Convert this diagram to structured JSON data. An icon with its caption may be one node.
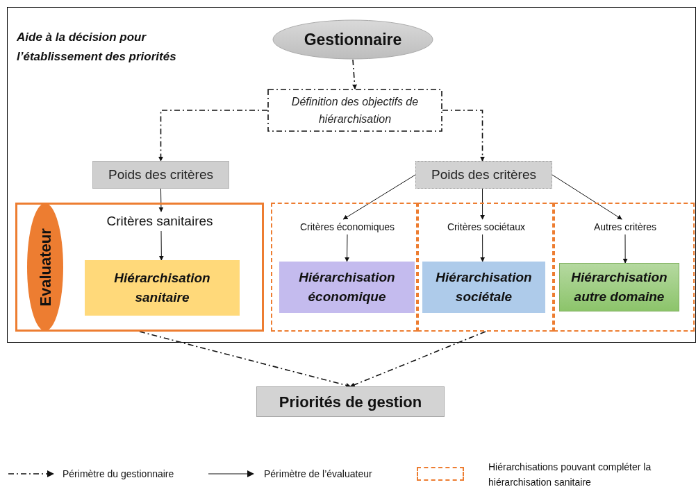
{
  "diagram": {
    "title": "Aide à la décision pour l’établissement des priorités",
    "nodes": [
      {
        "text": [
          "Gestionnaire"
        ]
      },
      {
        "text": [
          "Définition des objectifs de hiérarchisation"
        ]
      },
      {
        "text": [
          "Poids des critères"
        ]
      },
      {
        "text": [
          "Poids des critères"
        ]
      },
      {
        "text": [],
        "shape": "box"
      },
      {
        "text": [
          "Evaluateur"
        ],
        "in": 4
      },
      {
        "text": [
          "Critères sanitaires"
        ],
        "in": 4
      },
      {
        "text": [
          "Hiérarchisation sanitaire"
        ],
        "in": 4
      },
      {
        "text": [],
        "shape": "box"
      },
      {
        "text": [
          "Critères économiques"
        ],
        "in": 8
      },
      {
        "text": [
          "Hiérarchisation économique"
        ],
        "in": 8
      },
      {
        "text": [],
        "shape": "box"
      },
      {
        "text": [
          "Critères sociétaux"
        ],
        "in": 11
      },
      {
        "text": [
          "Hiérarchisation sociétale"
        ],
        "in": 11
      },
      {
        "text": [],
        "shape": "box"
      },
      {
        "text": [
          "Autres critères"
        ],
        "in": 14
      },
      {
        "text": [
          "Hiérarchisation autre domaine"
        ],
        "in": 14
      },
      {
        "text": [
          "Priorités de gestion"
        ]
      }
    ],
    "edges": [
      {
        "from": 0,
        "to": 1,
        "arrow": "to",
        "style": "dashed"
      },
      {
        "from": 1,
        "to": 2,
        "arrow": "to",
        "style": "dashed"
      },
      {
        "from": 1,
        "to": 3,
        "arrow": "to",
        "style": "dashed"
      },
      {
        "from": 2,
        "to": 6,
        "arrow": "to"
      },
      {
        "from": 3,
        "to": 9,
        "arrow": "to"
      },
      {
        "from": 3,
        "to": 12,
        "arrow": "to"
      },
      {
        "from": 3,
        "to": 15,
        "arrow": "to"
      },
      {
        "from": 6,
        "to": 7,
        "arrow": "to"
      },
      {
        "from": 9,
        "to": 10,
        "arrow": "to"
      },
      {
        "from": 12,
        "to": 13,
        "arrow": "to"
      },
      {
        "from": 15,
        "to": 16,
        "arrow": "to"
      },
      {
        "from": 4,
        "to": 17,
        "arrow": "to",
        "style": "dashed"
      },
      {
        "from": 11,
        "to": 17,
        "arrow": "to",
        "style": "dashed"
      }
    ],
    "legend": [
      {
        "text": "Périmètre du gestionnaire"
      },
      {
        "text": "Périmètre de l’évaluateur"
      },
      {
        "text": "Hiérarchisations pouvant compléter la hiérarchisation sanitaire"
      }
    ]
  }
}
